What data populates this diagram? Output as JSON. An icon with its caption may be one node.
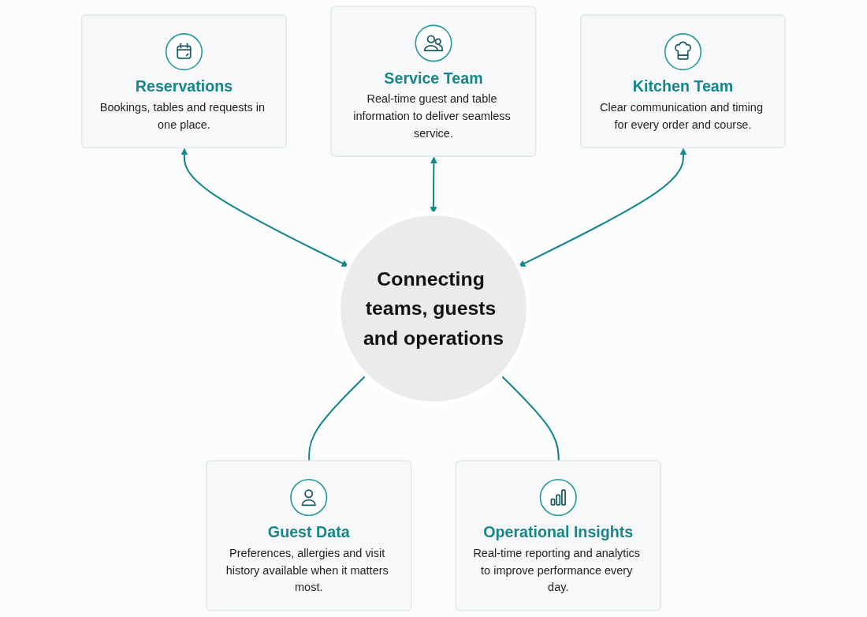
{
  "diagram": {
    "nodes": [
      {
        "text": [
          "Reservations",
          "Bookings, tables and requests in one place."
        ]
      },
      {
        "text": [
          "Service Team",
          "Real-time guest and table information to deliver seamless service."
        ]
      },
      {
        "text": [
          "Connecting teams, guests and operations"
        ]
      },
      {
        "text": [
          "Kitchen Team",
          "Clear communication and timing for every order and course."
        ]
      },
      {
        "text": [
          "Guest Data",
          "Preferences, allergies and visit history available when it matters most."
        ]
      },
      {
        "text": [
          "Operational Insights",
          "Real-time reporting and analytics to improve performance every day."
        ]
      }
    ],
    "edges": [
      {
        "from": 0,
        "to": 2,
        "arrow": "both"
      },
      {
        "from": 1,
        "to": 2,
        "arrow": "both"
      },
      {
        "from": 3,
        "to": 2,
        "arrow": "both"
      },
      {
        "from": 2,
        "to": 4,
        "arrow": "none"
      },
      {
        "from": 2,
        "to": 5,
        "arrow": "none"
      }
    ]
  }
}
